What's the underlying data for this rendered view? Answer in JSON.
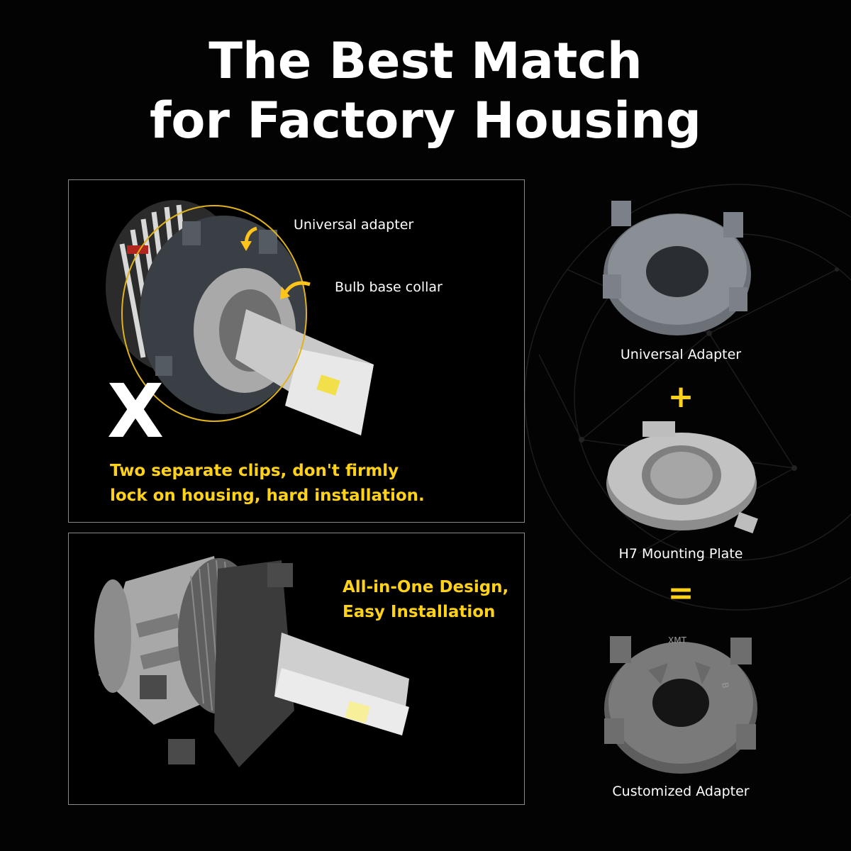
{
  "title": {
    "line1": "The Best Match",
    "line2": "for Factory Housing"
  },
  "comparison": {
    "old_design": {
      "callout_adapter": "Universal adapter",
      "callout_collar": "Bulb base collar",
      "mark": "X",
      "caption_line1": "Two separate clips, don't firmly",
      "caption_line2": "lock on housing, hard installation."
    },
    "new_design": {
      "caption_line1": "All-in-One Design,",
      "caption_line2": "Easy Installation"
    }
  },
  "equation": {
    "part1_label": "Universal Adapter",
    "plus": "+",
    "part2_label": "H7 Mounting Plate",
    "equals": "=",
    "result_label": "Customized Adapter",
    "result_emboss": "XMT",
    "result_emboss_side": "B"
  },
  "colors": {
    "background": "#030303",
    "accent_yellow": "#ffd21a",
    "text_white": "#ffffff",
    "panel_border": "#8a8a8a"
  }
}
